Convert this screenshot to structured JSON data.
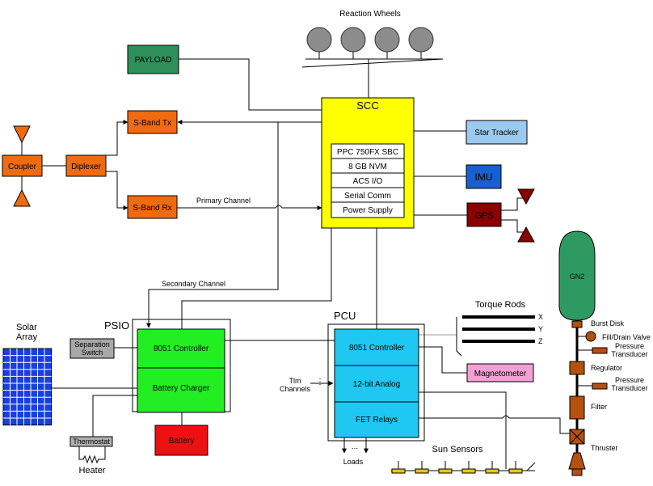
{
  "reaction_wheels": {
    "label": "Reaction Wheels"
  },
  "payload": {
    "label": "PAYLOAD",
    "color": "#2f8f5a"
  },
  "sband_tx": {
    "label": "S-Band Tx",
    "color": "#f06a10"
  },
  "sband_rx": {
    "label": "S-Band Rx",
    "color": "#f06a10"
  },
  "coupler": {
    "label": "Coupler",
    "color": "#f06a10"
  },
  "diplexer": {
    "label": "Diplexer",
    "color": "#f06a10"
  },
  "scc": {
    "label": "SCC",
    "color": "#ffff00",
    "modules": [
      "PPC 750FX SBC",
      "8 GB NVM",
      "ACS I/O",
      "Serial Comm",
      "Power Supply"
    ]
  },
  "star_tracker": {
    "label": "Star Tracker",
    "color": "#9ccaee"
  },
  "imu": {
    "label": "IMU",
    "color": "#1a5fd0"
  },
  "gps": {
    "label": "GPS",
    "color": "#8b0000"
  },
  "primary_channel": {
    "label": "Primary Channel"
  },
  "secondary_channel": {
    "label": "Secondary Channel"
  },
  "solar_array": {
    "line1": "Solar",
    "line2": "Array",
    "color": "#1a3fe0"
  },
  "separation_switch": {
    "line1": "Separation",
    "line2": "Switch",
    "color": "#a8a8a8"
  },
  "psio": {
    "label": "PSIO",
    "controller": "8051 Controller",
    "charger": "Battery Charger",
    "color": "#22ee22"
  },
  "battery": {
    "label": "Battery",
    "color": "#ee1111"
  },
  "thermostat": {
    "label": "Thermostat"
  },
  "heater": {
    "label": "Heater"
  },
  "pcu": {
    "label": "PCU",
    "controller": "8051 Controller",
    "analog": "12-bit Analog",
    "relays": "FET Relays",
    "color": "#1ec8f0"
  },
  "tlm_channels": {
    "line1": "Tlm",
    "line2": "Channels"
  },
  "loads": {
    "label": "Loads",
    "ellipsis": "..."
  },
  "torque_rods": {
    "label": "Torque Rods",
    "axes": [
      "X",
      "Y",
      "Z"
    ]
  },
  "magnetometer": {
    "label": "Magnetometer",
    "color": "#f4a0d4"
  },
  "sun_sensors": {
    "label": "Sun Sensors",
    "color": "#f0c020"
  },
  "propulsion": {
    "tank": "GN2",
    "tank_color": "#2e9a62",
    "component_color": "#b5500e",
    "burst_disk": "Burst Disk",
    "fill_drain": "Fill/Drain Valve",
    "transducer1": [
      "Pressure",
      "Transducer"
    ],
    "regulator": "Regulator",
    "transducer2": [
      "Pressure",
      "Transducer"
    ],
    "filter": "Filter",
    "thruster": "Thruster"
  }
}
